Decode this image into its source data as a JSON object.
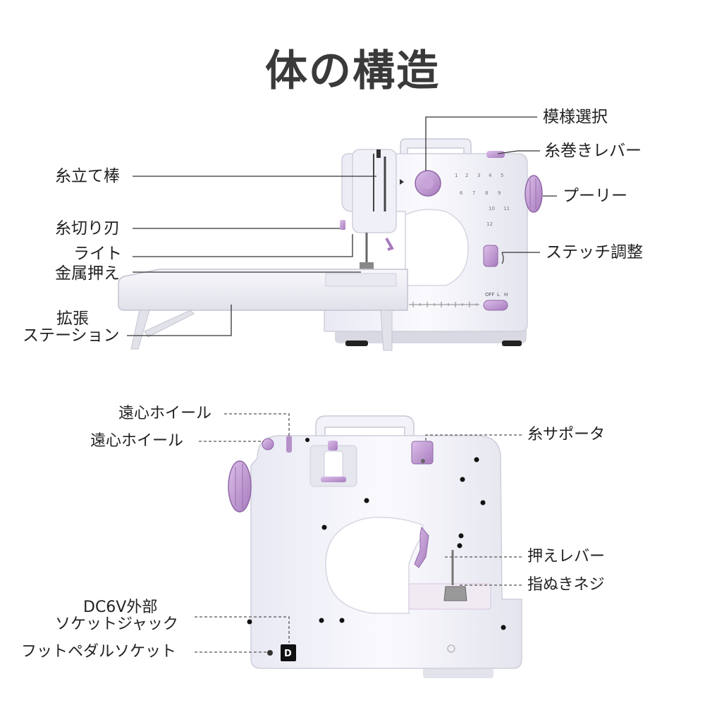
{
  "title": "体の構造",
  "top_labels": {
    "pattern_select": "模様選択",
    "bobbin_lever": "糸巻きレバー",
    "pulley": "プーリー",
    "stitch_adjust": "ステッチ調整",
    "spool_pin": "糸立て棒",
    "thread_cutter": "糸切り刃",
    "light": "ライト",
    "presser_foot": "金属押え",
    "extension_line1": "拡張",
    "extension_line2": "ステーション"
  },
  "top_machine": {
    "speed_marks": [
      "OFF",
      "L",
      "H"
    ]
  },
  "bottom_labels": {
    "flywheel_1": "遠心ホイール",
    "flywheel_2": "遠心ホイール",
    "thread_support": "糸サポータ",
    "presser_lever": "押えレバー",
    "thimble_screw": "指ぬきネジ",
    "dc_socket_line1": "DC6V外部",
    "dc_socket_line2": "ソケットジャック",
    "foot_pedal_socket": "フットペダルソケット"
  },
  "colors": {
    "lavender": "#c9a6d9",
    "lavender_dark": "#a77bbd",
    "body_white": "#f3f3f8",
    "body_shade": "#dcdce6",
    "line": "#333333"
  }
}
